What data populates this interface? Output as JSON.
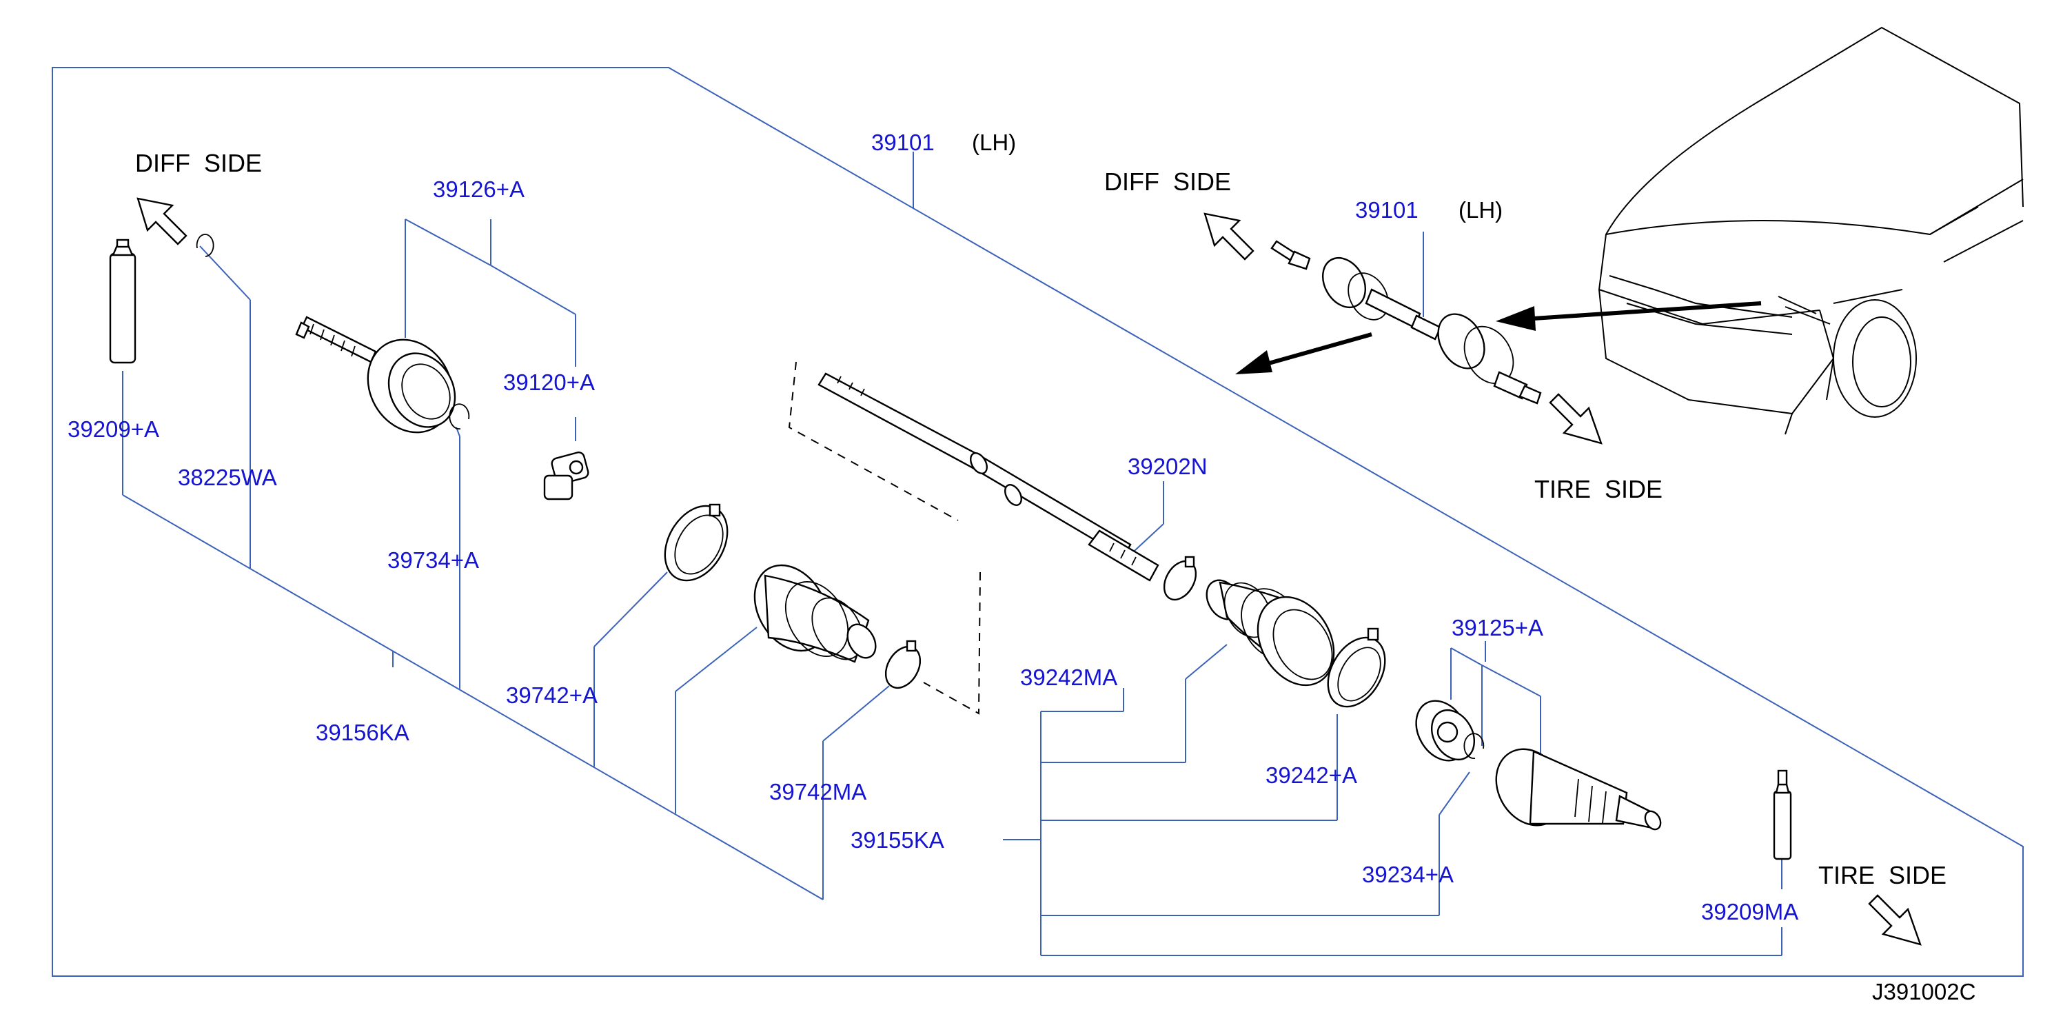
{
  "labels": {
    "diff_side_left": "DIFF  SIDE",
    "diff_side_right": "DIFF  SIDE",
    "tire_side_top": "TIRE  SIDE",
    "tire_side_bottom": "TIRE  SIDE",
    "p39101_main": "39101",
    "lh_main": "(LH)",
    "p39101_small": "39101",
    "lh_small": "(LH)",
    "p39126A": "39126+A",
    "p39120A": "39120+A",
    "p39209A": "39209+A",
    "p38225WA": "38225WA",
    "p39734A": "39734+A",
    "p39742A": "39742+A",
    "p39156KA": "39156KA",
    "p39742MA": "39742MA",
    "p39202N": "39202N",
    "p39242MA": "39242MA",
    "p39155KA": "39155KA",
    "p39125A": "39125+A",
    "p39242A": "39242+A",
    "p39234A": "39234+A",
    "p39209MA": "39209MA",
    "diagram_code": "J391002C"
  },
  "colors": {
    "part_number": "#1414d2",
    "leader_line": "#3b62b8",
    "drawing": "#000000",
    "background": "#ffffff"
  }
}
